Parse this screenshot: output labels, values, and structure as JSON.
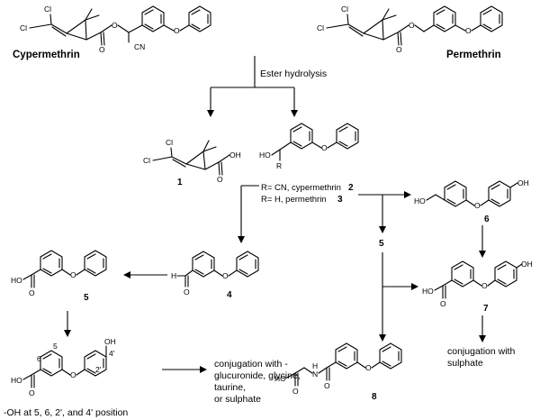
{
  "titles": {
    "cypermethrin": "Cypermethrin",
    "permethrin": "Permethrin"
  },
  "steps": {
    "ester_hydrolysis": "Ester hydrolysis"
  },
  "r_groups": {
    "line1_prefix": "R= CN, cypermethrin",
    "line1_num": "2",
    "line2_prefix": "R= H,  permethrin",
    "line2_num": "3"
  },
  "compound_numbers": {
    "c1": "1",
    "c4": "4",
    "c5_left": "5",
    "c5_mid": "5",
    "c6": "6",
    "c7": "7",
    "c8": "8"
  },
  "conjugation_left": {
    "line1": "conjugation with -",
    "line2": "glucuronide, glycine,",
    "line3": "taurine,",
    "line4": "or sulphate"
  },
  "conjugation_right": {
    "line1": "conjugation with",
    "line2": "sulphate"
  },
  "hydroxylation_note": "-OH at 5, 6, 2', and 4' position",
  "atoms": {
    "cl": "Cl",
    "o": "O",
    "oh": "OH",
    "ho": "HO",
    "h": "H",
    "r": "R",
    "cn": "CN",
    "nh": "N",
    "h_small": "H",
    "pos5": "5",
    "pos6": "6",
    "pos4p": "4'",
    "pos2p": "2'"
  }
}
